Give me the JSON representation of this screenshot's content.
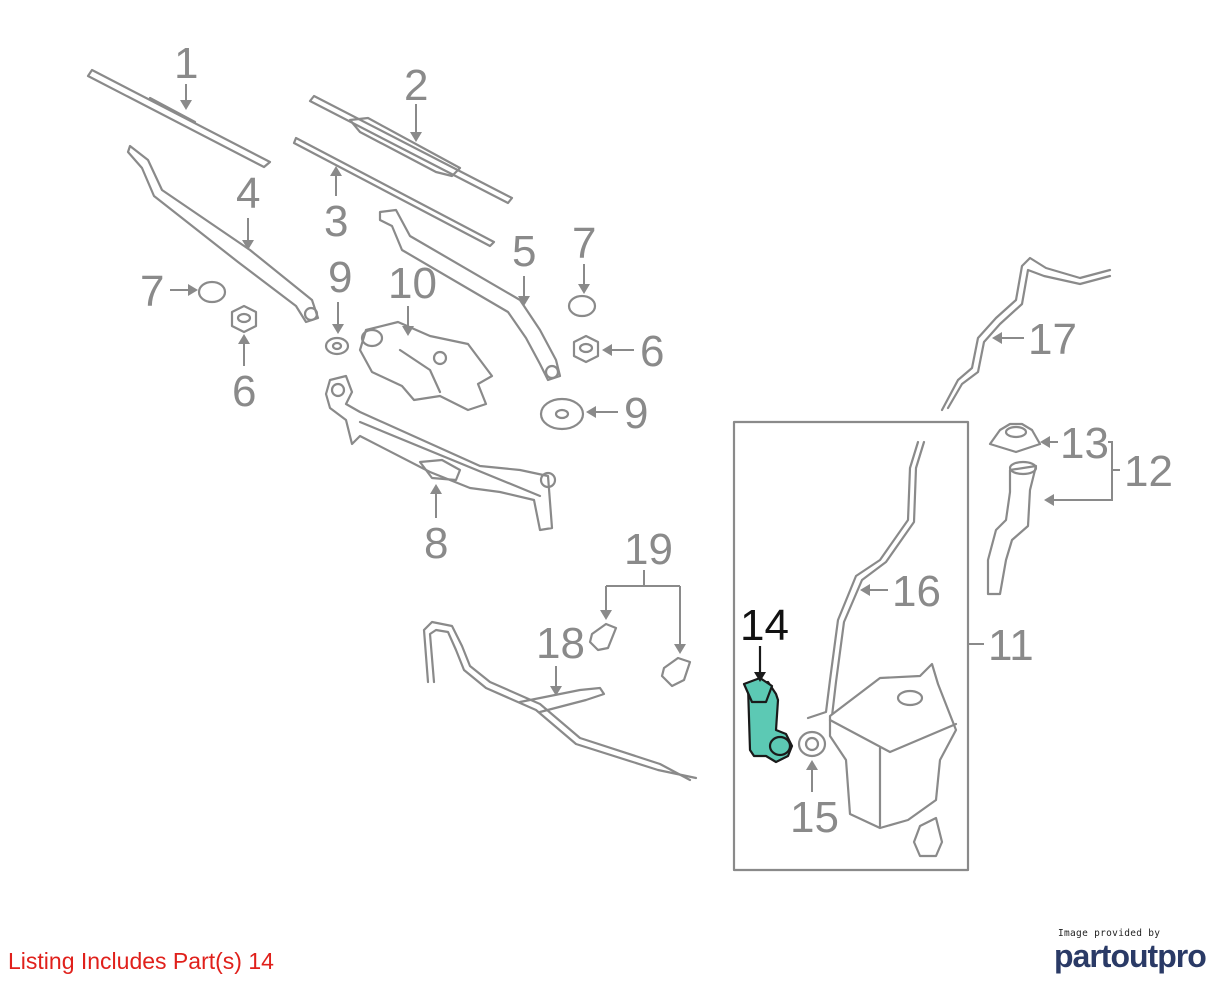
{
  "callouts": {
    "n1": "1",
    "n2": "2",
    "n3": "3",
    "n4": "4",
    "n5": "5",
    "n6a": "6",
    "n6b": "6",
    "n7a": "7",
    "n7b": "7",
    "n8": "8",
    "n9a": "9",
    "n9b": "9",
    "n10": "10",
    "n11": "11",
    "n12": "12",
    "n13": "13",
    "n14": "14",
    "n15": "15",
    "n16": "16",
    "n17": "17",
    "n18": "18",
    "n19": "19"
  },
  "highlighted_part": "14",
  "colors": {
    "highlight": "#5cc9b4",
    "line": "#8a8a8a",
    "listing": "#e0201b",
    "logo": "#2a3a66"
  },
  "footer": {
    "listing_text": "Listing Includes Part(s) 14",
    "provider_small": "Image provided by",
    "provider_logo": "partoutpro"
  }
}
